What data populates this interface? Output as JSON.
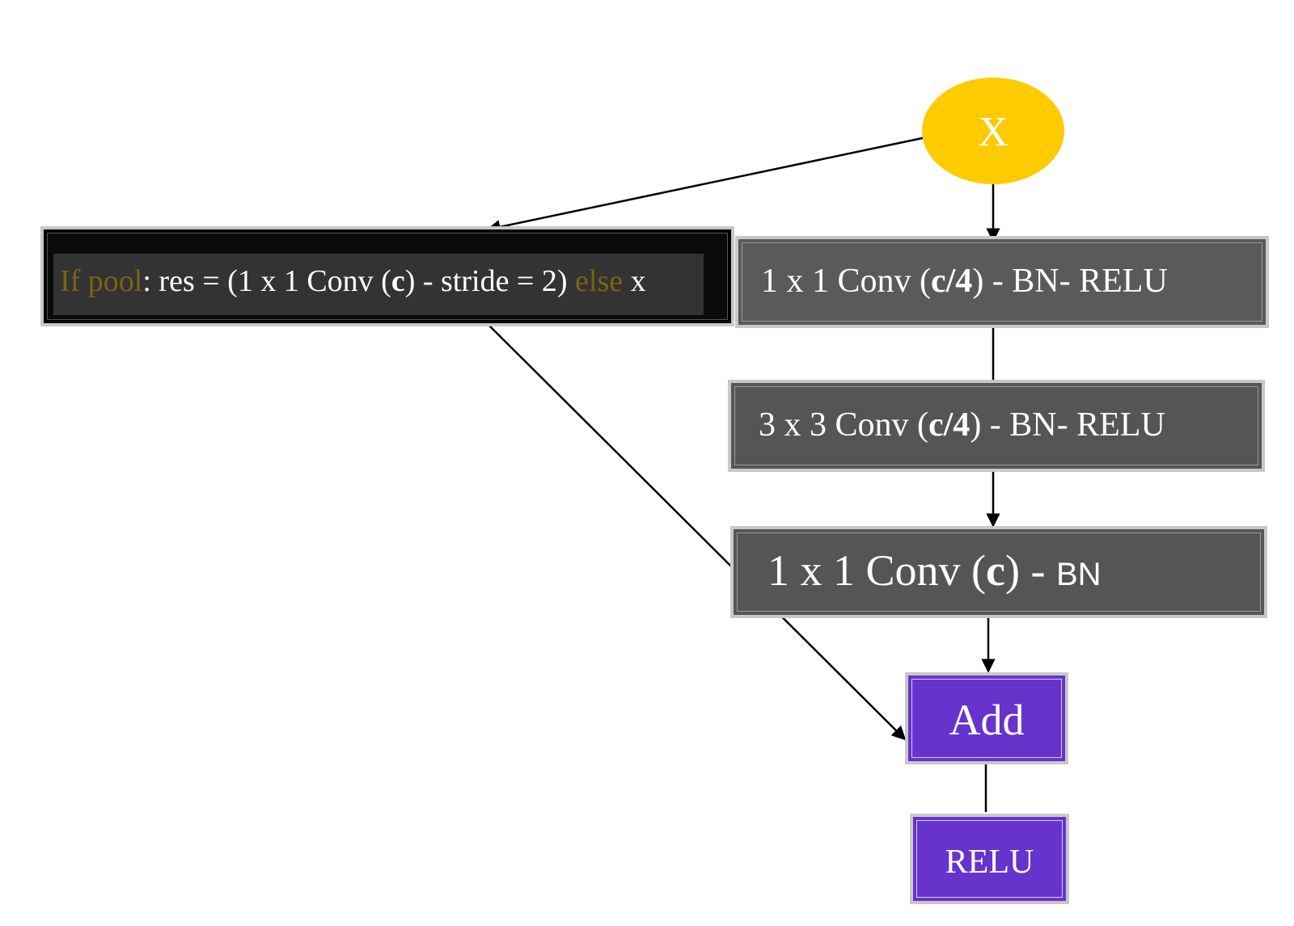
{
  "nodes": {
    "input": "X",
    "residual": {
      "if_pool": "If pool",
      "assign": ": res = (1 x 1 Conv (",
      "c": "c",
      "stride": ") - stride = 2) ",
      "else": "else",
      "x": " x"
    },
    "conv1": {
      "prefix": "1 x 1 Conv (",
      "channels": "c/4",
      "suffix": ") - BN- RELU"
    },
    "conv2": {
      "prefix": "3 x 3 Conv (",
      "channels": "c/4",
      "suffix": ") - BN- RELU"
    },
    "conv3": {
      "prefix": "1 x 1 Conv (",
      "channels": "c",
      "dash": ") - ",
      "bn": "BN"
    },
    "add": "Add",
    "relu": "RELU"
  },
  "colors": {
    "input_fill": "#fecb00",
    "conv_fill": "#555555",
    "shortcut_fill": "#0b0b0b",
    "shortcut_text_panel": "#333333",
    "keyword_text": "#7a6410",
    "op_fill": "#6633cc",
    "frame": "#c8c8c8"
  }
}
